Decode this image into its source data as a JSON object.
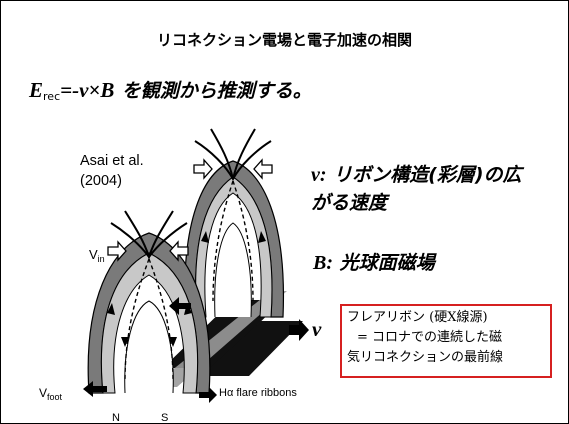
{
  "slide": {
    "title": "リコネクション電場と電子加速の相関",
    "formula": {
      "e_symbol": "E",
      "e_subscript": "rec",
      "expression": "=-",
      "v": "v",
      "times": "×",
      "b": "B",
      "text": "を観測から推測する。"
    },
    "citation": {
      "line1": "Asai et al.",
      "line2": "(2004)"
    },
    "v_desc": {
      "var": "v:",
      "line1": "リボン構造(彩層)の広",
      "line2": "がる速度"
    },
    "b_desc": {
      "var": "B:",
      "text": "光球面磁場"
    },
    "v_label": "v",
    "callout": {
      "line1": "フレアリボン (硬X線源)",
      "line2": "= コロナでの連続した磁",
      "line3": "気リコネクションの最前線",
      "border_color": "#d62020"
    },
    "diagram_labels": {
      "vin_main": "V",
      "vin_sub": "in",
      "vfoot_main": "V",
      "vfoot_sub": "foot",
      "ribbons": "Hα flare ribbons",
      "n": "N",
      "s": "S"
    }
  }
}
